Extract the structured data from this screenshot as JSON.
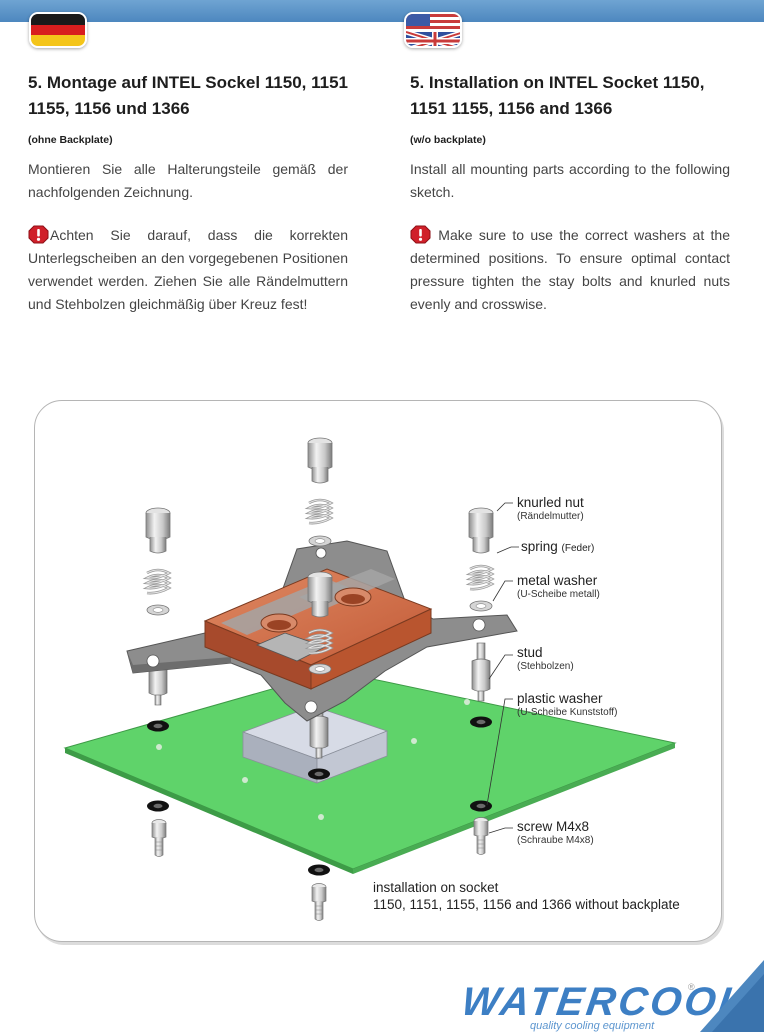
{
  "german": {
    "title": "5. Montage auf INTEL Sockel 1150, 1151 1155, 1156 und 1366",
    "subtitle": "(ohne Backplate)",
    "para1": "Montieren Sie alle Halterungsteile gemäß der nachfolgenden Zeichnung.",
    "warning": "Achten Sie darauf, dass die korrekten Unterlegscheiben an den vorgegebenen Positionen verwendet werden. Ziehen Sie alle Rändelmuttern und Stehbolzen gleichmäßig über Kreuz fest!"
  },
  "english": {
    "title": "5. Installation on INTEL Socket 1150, 1151 1155, 1156 and 1366",
    "subtitle": "(w/o backplate)",
    "para1": "Install all mounting parts according to the following sketch.",
    "warning": " Make sure to use the correct washers at the determined positions. To ensure optimal contact pressure tighten the stay bolts and knurled nuts evenly and crosswise."
  },
  "diagram": {
    "labels": {
      "knurled_nut": "knurled nut",
      "knurled_nut_de": "(Rändelmutter)",
      "spring": "spring",
      "spring_de": "(Feder)",
      "metal_washer": "metal washer",
      "metal_washer_de": "(U-Scheibe metall)",
      "stud": "stud",
      "stud_de": "(Stehbolzen)",
      "plastic_washer": "plastic washer",
      "plastic_washer_de": "(U-Scheibe Kunststoff)",
      "screw": "screw M4x8",
      "screw_de": "(Schraube M4x8)",
      "caption_line1": "installation on socket",
      "caption_line2": "1150, 1151,  1155, 1156 and 1366 without backplate"
    }
  },
  "brand": {
    "logo": "WATERCOOL",
    "registered": "®",
    "tagline": "quality cooling equipment"
  },
  "colors": {
    "accent_blue": "#4d87bf",
    "board_green": "#5fd36a",
    "block_copper": "#c9603f",
    "warning_red": "#d0202a"
  }
}
